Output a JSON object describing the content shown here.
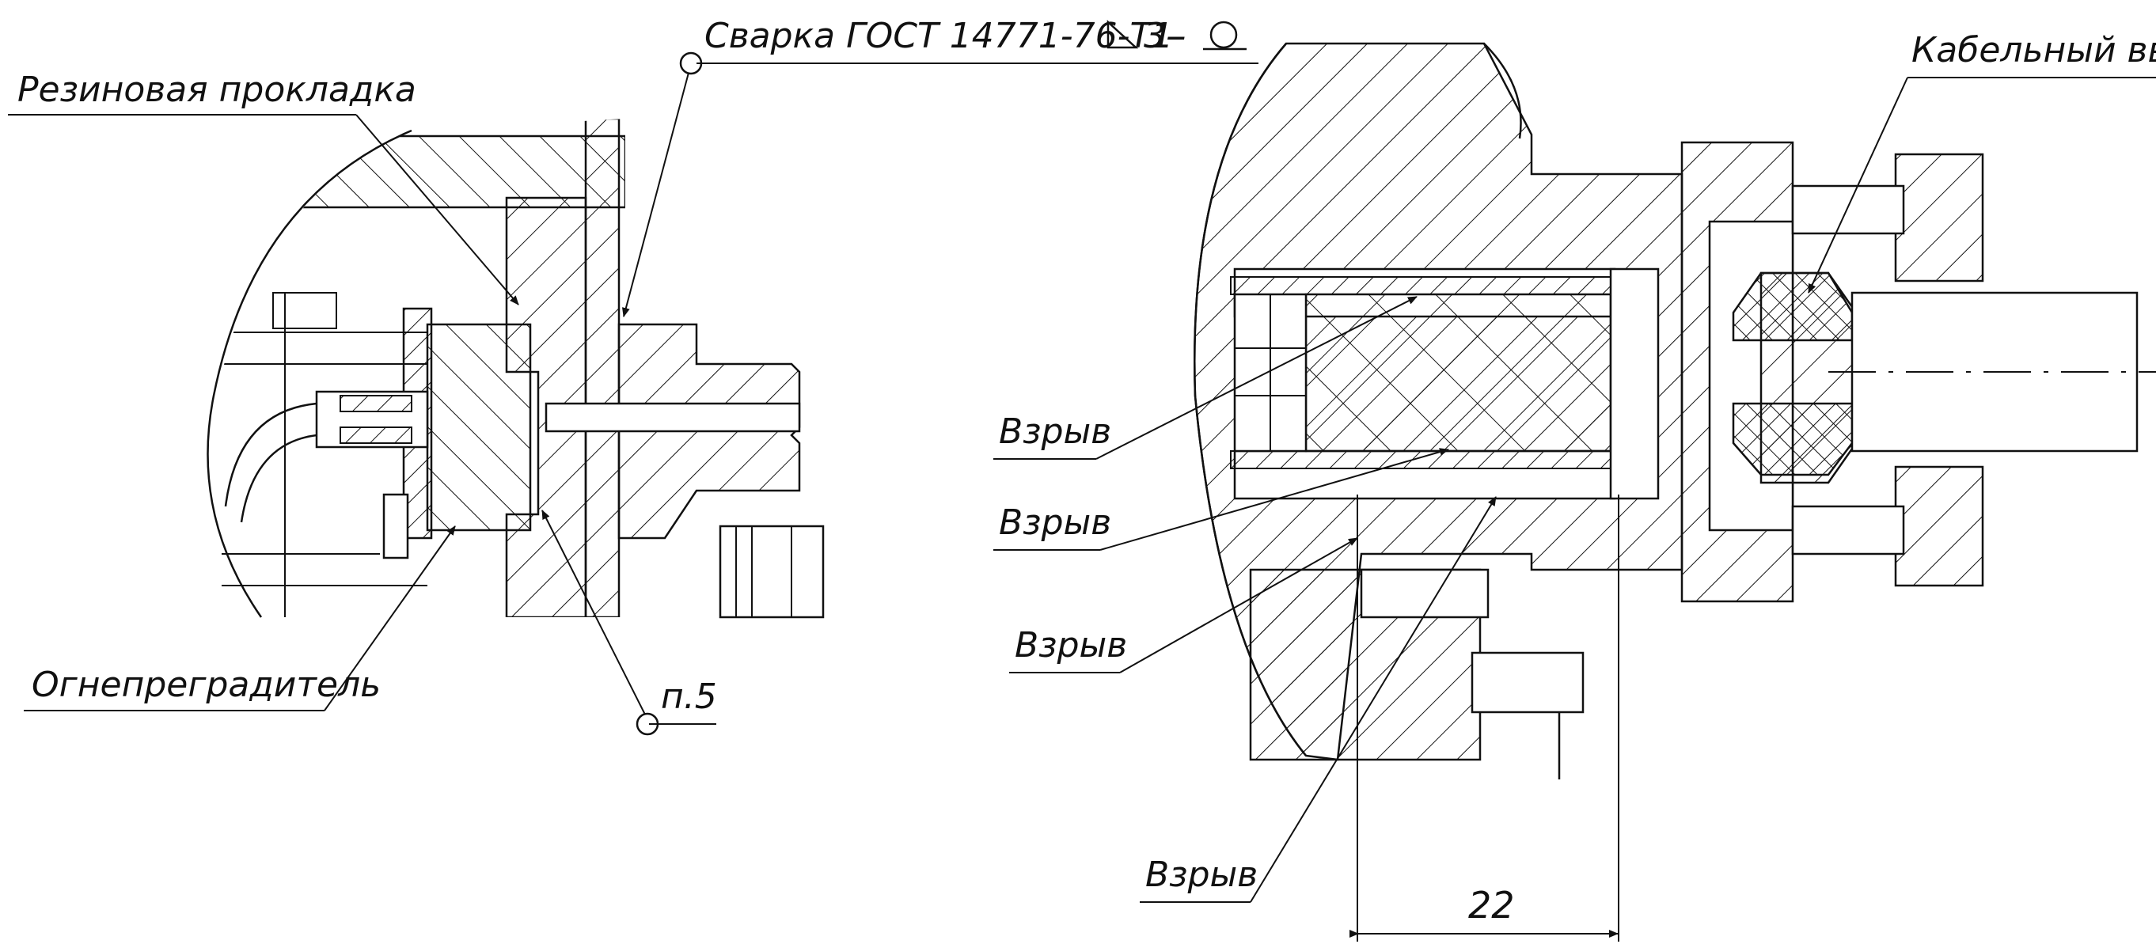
{
  "labels": {
    "weld": "Сварка ГОСТ 14771-76-Т1-",
    "weld_leg": "3-",
    "gasket": "Резиновая прокладка",
    "flame_arrester": "Огнепреградитель",
    "note": "п.5",
    "cable_entry": "Кабельный ввод",
    "explosion_1": "Взрыв",
    "explosion_2": "Взрыв",
    "explosion_3": "Взрыв",
    "explosion_4": "Взрыв",
    "dimension": "22"
  },
  "colors": {
    "line": "#111111",
    "background": "#ffffff"
  }
}
